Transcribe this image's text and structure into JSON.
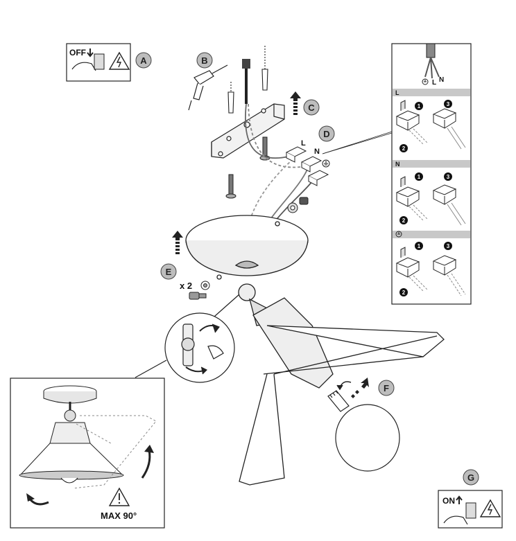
{
  "steps": {
    "a": "A",
    "b": "B",
    "c": "C",
    "d": "D",
    "e": "E",
    "f": "F",
    "g": "G"
  },
  "panels": {
    "off_label": "OFF",
    "on_label": "ON",
    "x2_label": "x 2",
    "max_label": "MAX 90°"
  },
  "wiring": {
    "wire_l": "L",
    "wire_n": "N",
    "section_l": "L",
    "section_n": "N",
    "order_1": "1",
    "order_2": "2",
    "order_3": "3"
  },
  "colors": {
    "step_circle": "#bdbdbd",
    "section_bar": "#c8c8c8",
    "line": "#222222"
  }
}
